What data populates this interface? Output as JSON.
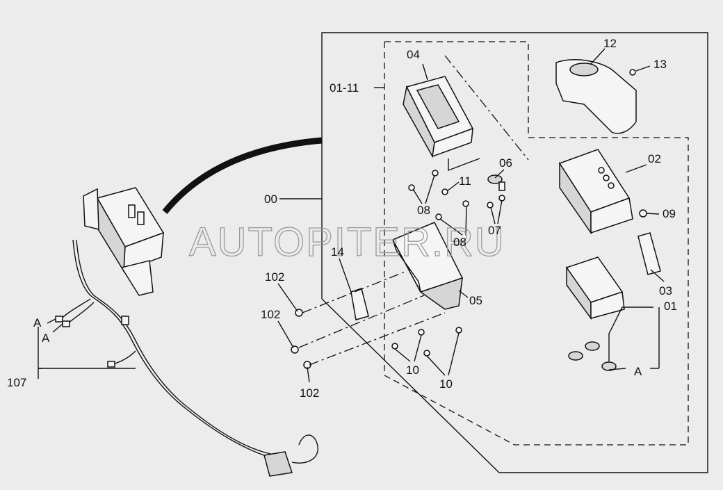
{
  "watermark": "AUTOPITER.RU",
  "labels": {
    "l04": "04",
    "l01_11": "01-11",
    "l12": "12",
    "l13": "13",
    "l02": "02",
    "l06": "06",
    "l11": "11",
    "l00": "00",
    "l08a": "08",
    "l09": "09",
    "l07": "07",
    "l08b": "08",
    "l14": "14",
    "l102a": "102",
    "l03": "03",
    "l05": "05",
    "l01": "01",
    "l102b": "102",
    "la_top": "A",
    "la_mid": "A",
    "l10a": "10",
    "la_right": "A",
    "l107": "107",
    "l10b": "10",
    "l102c": "102"
  }
}
